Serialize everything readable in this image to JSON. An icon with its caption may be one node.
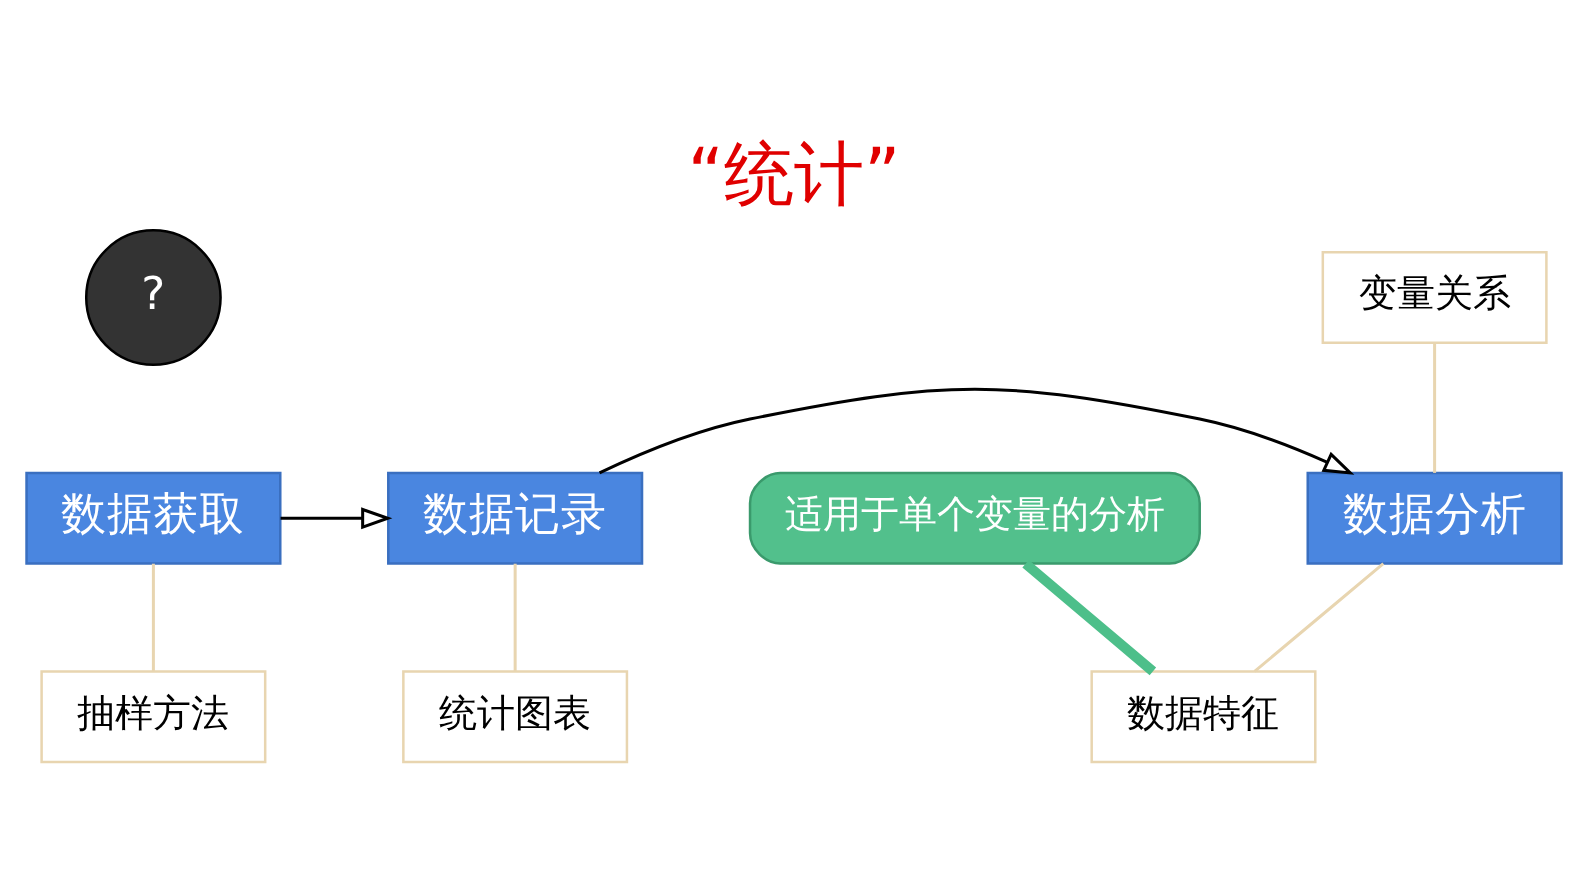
{
  "diagram": {
    "title": "“统计”",
    "nodes": [
      {
        "text": [
          "变量关系"
        ]
      },
      {
        "text": [
          "数据获取"
        ]
      },
      {
        "text": [
          "数据记录"
        ]
      },
      {
        "text": [
          "数据分析"
        ]
      },
      {
        "text": [
          "抽样方法"
        ]
      },
      {
        "text": [
          "统计图表"
        ]
      },
      {
        "text": [
          "数据特征"
        ]
      },
      {
        "text": [
          "适用于单个变量的分析"
        ]
      }
    ],
    "edges": [
      {
        "from": 1,
        "to": 2,
        "arrow": "to",
        "color": "#000000"
      },
      {
        "from": 2,
        "to": 3,
        "arrow": "to",
        "color": "#000000"
      },
      {
        "from": 3,
        "to": 0,
        "arrow": "none"
      },
      {
        "from": 3,
        "to": 6,
        "arrow": "none"
      },
      {
        "from": 1,
        "to": 4,
        "arrow": "none"
      },
      {
        "from": 2,
        "to": 5,
        "arrow": "none"
      },
      {
        "from": 7,
        "to": 6,
        "arrow": "none",
        "color": "#4dbf8a",
        "style": "thick"
      }
    ],
    "labels": [
      "?"
    ]
  }
}
